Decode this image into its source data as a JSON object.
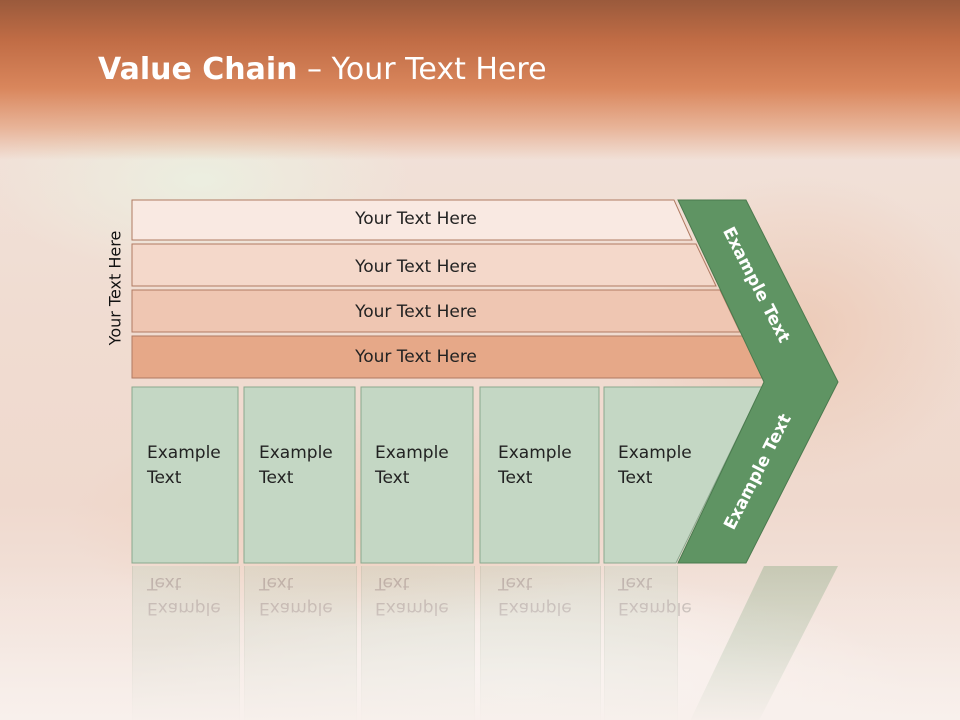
{
  "slide": {
    "title_bold": "Value Chain",
    "title_rest": " – Your Text Here",
    "side_label": "Your Text Here"
  },
  "rows": [
    {
      "label": "Your Text Here",
      "fill": "#f9e9e2"
    },
    {
      "label": "Your Text Here",
      "fill": "#f4d8ca"
    },
    {
      "label": "Your Text Here",
      "fill": "#efc6b2"
    },
    {
      "label": "Your Text Here",
      "fill": "#e6a888"
    }
  ],
  "cells": [
    {
      "line1": "Example",
      "line2": "Text"
    },
    {
      "line1": "Example",
      "line2": "Text"
    },
    {
      "line1": "Example",
      "line2": "Text"
    },
    {
      "line1": "Example",
      "line2": "Text"
    },
    {
      "line1": "Example",
      "line2": "Text"
    }
  ],
  "chevron": {
    "upper_label": "Example Text",
    "lower_label": "Example Text"
  },
  "colors": {
    "header": "#c77148",
    "cell_fill": "#c4d7c4",
    "chevron_fill": "#5f9463",
    "row_border": "#b07a62"
  }
}
